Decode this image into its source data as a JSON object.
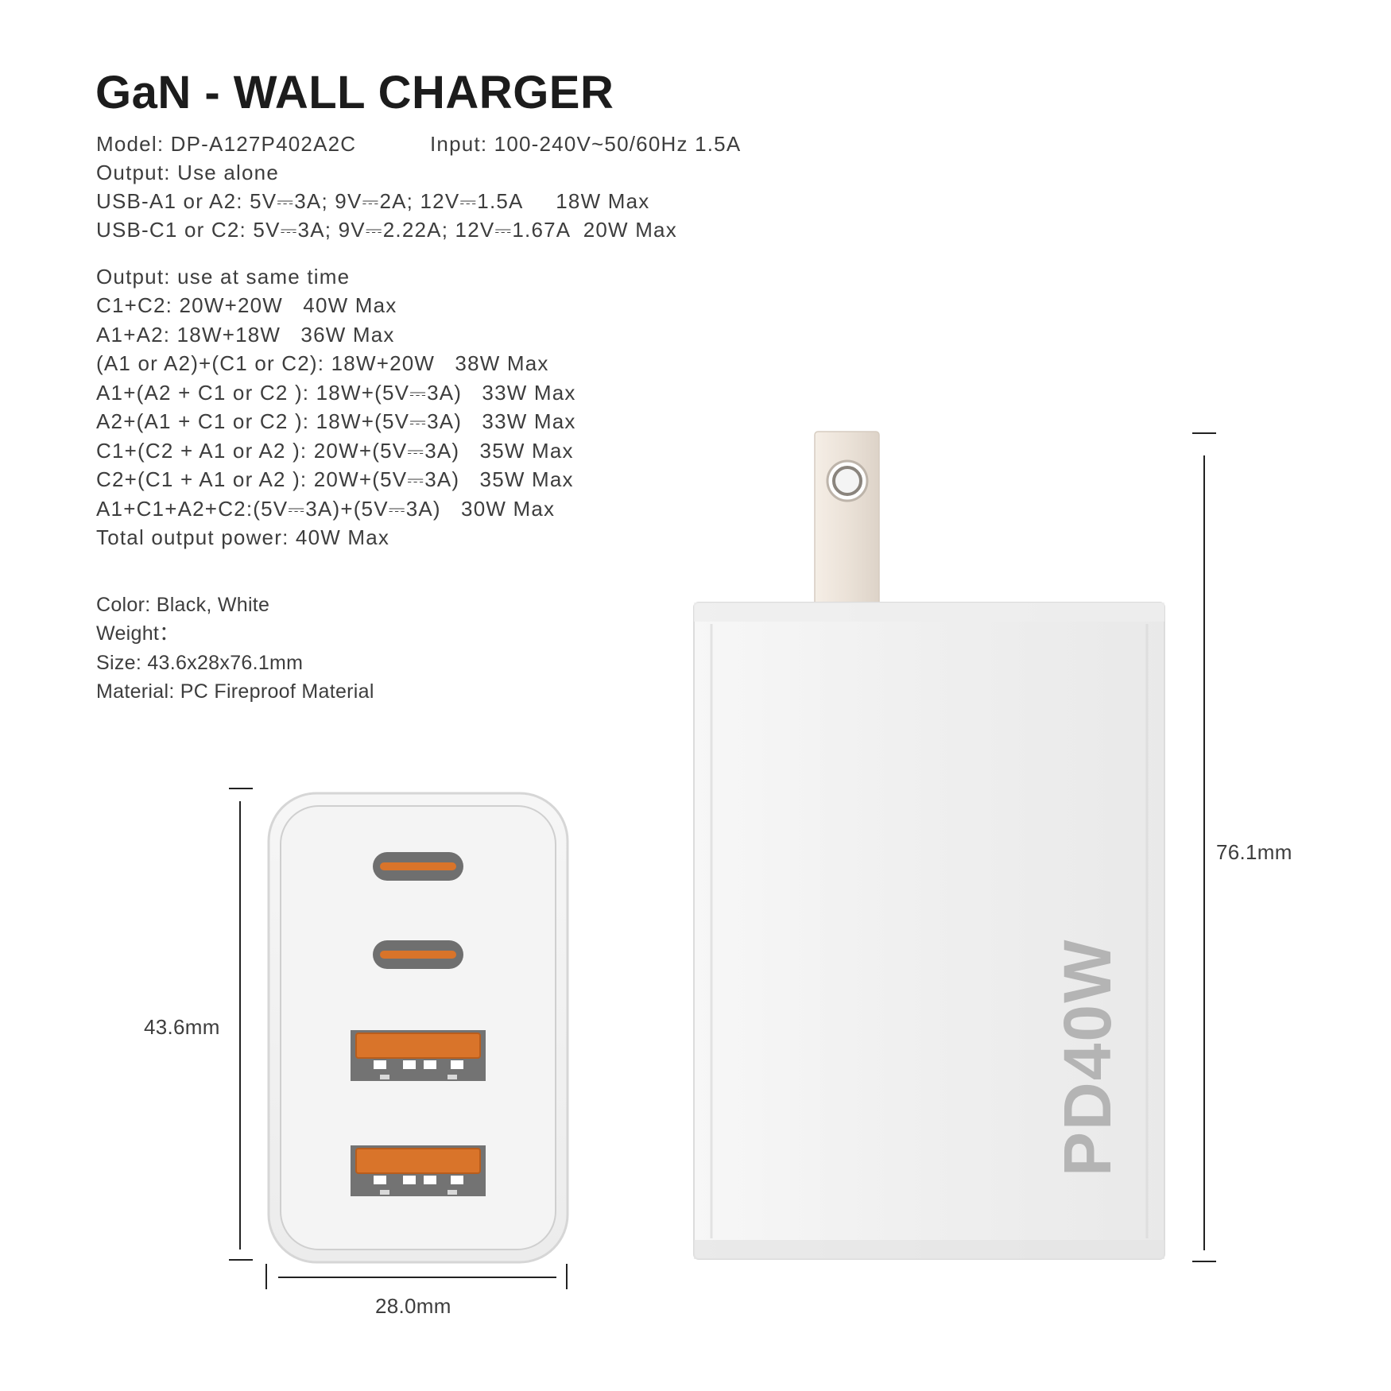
{
  "title": "GaN - WALL CHARGER",
  "specs": {
    "model": "Model: DP-A127P402A2C",
    "input": "Input: 100-240V~50/60Hz 1.5A",
    "output_alone_heading": "Output: Use alone",
    "usb_a": "USB-A1 or A2: 5V⎓3A; 9V⎓2A; 12V⎓1.5A     18W Max",
    "usb_c": "USB-C1 or C2: 5V⎓3A; 9V⎓2.22A; 12V⎓1.67A  20W Max",
    "output_same_time_heading": "Output: use at same time",
    "combos": [
      "C1+C2: 20W+20W   40W Max",
      "A1+A2: 18W+18W   36W Max",
      "(A1 or A2)+(C1 or C2): 18W+20W   38W Max",
      "A1+(A2 + C1 or C2 ): 18W+(5V⎓3A)   33W Max",
      "A2+(A1 + C1 or C2 ): 18W+(5V⎓3A)   33W Max",
      "C1+(C2 + A1 or A2 ): 20W+(5V⎓3A)   35W Max",
      "C2+(C1 + A1 or A2 ): 20W+(5V⎓3A)   35W Max",
      "A1+C1+A2+C2:(5V⎓3A)+(5V⎓3A)   30W Max",
      "Total output power: 40W Max"
    ]
  },
  "details": {
    "color": "Color: Black, White",
    "weight": "Weight：",
    "size": "Size: 43.6x28x76.1mm",
    "material": "Material: PC Fireproof Material"
  },
  "dimensions": {
    "front_height": "43.6mm",
    "front_width": "28.0mm",
    "side_height": "76.1mm"
  },
  "product": {
    "side_marking": "PD40W",
    "ports": [
      "USB-C1",
      "USB-C2",
      "USB-A1",
      "USB-A2"
    ]
  },
  "colors": {
    "body": "#f2f2f2",
    "port_accent": "#d9742a",
    "port_shell": "#6f6f6f",
    "marking": "#b4b4b4"
  }
}
